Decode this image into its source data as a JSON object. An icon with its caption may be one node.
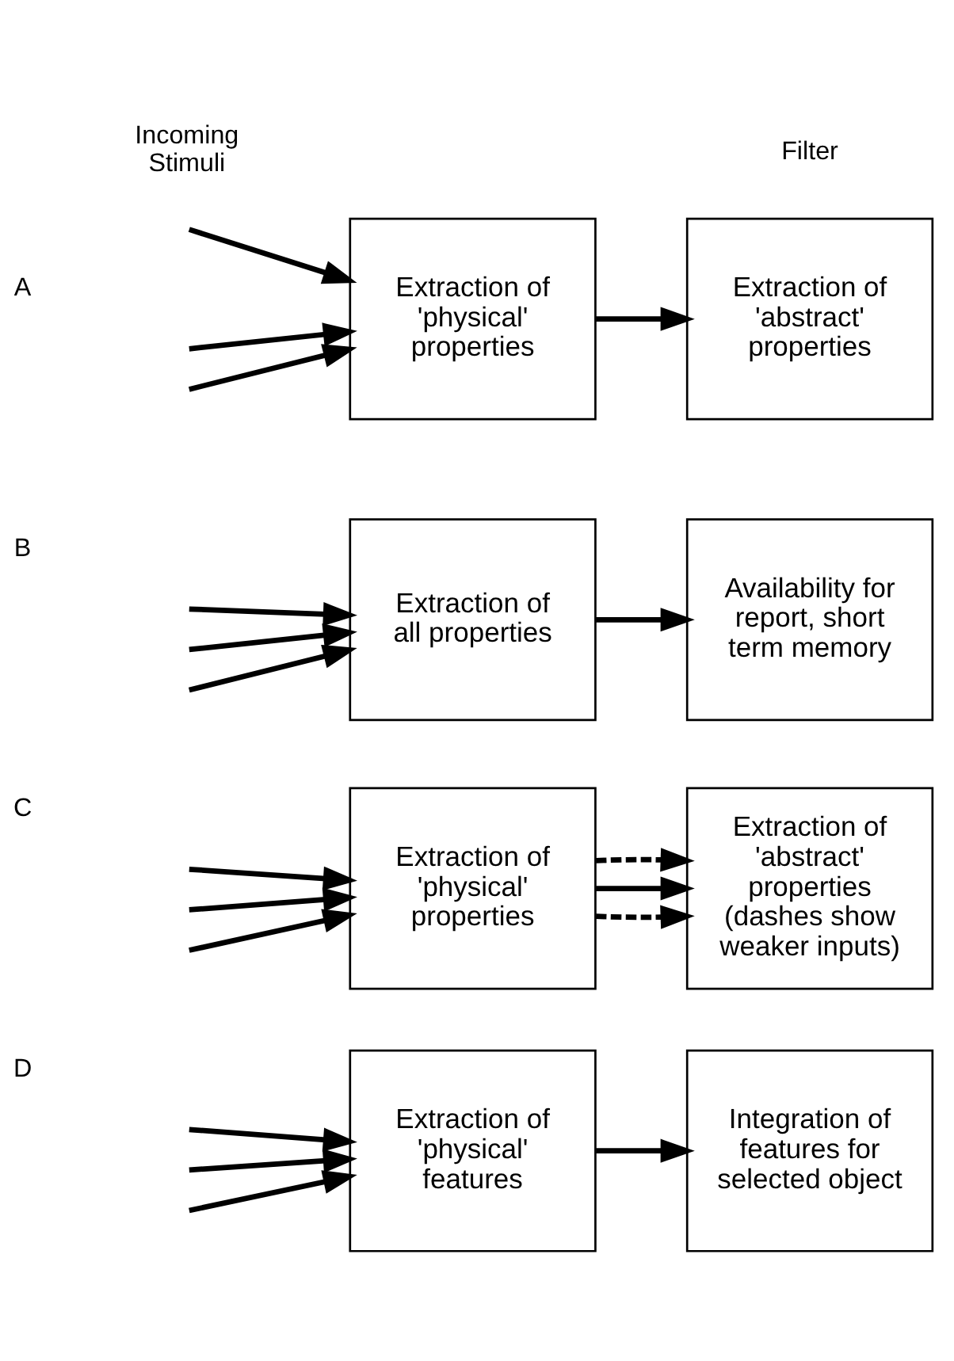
{
  "diagram": {
    "nodes": [
      {
        "text": [
          "Extraction of 'physical' properties"
        ]
      },
      {
        "text": [
          "Extraction of 'abstract' properties"
        ]
      },
      {
        "text": [
          "Extraction of all properties"
        ]
      },
      {
        "text": [
          "Availability for report, short term memory"
        ]
      },
      {
        "text": [
          "Extraction of 'physical' properties"
        ]
      },
      {
        "text": [
          "Extraction of 'abstract' properties (dashes show weaker inputs)"
        ]
      },
      {
        "text": [
          "Extraction of 'physical' features"
        ]
      },
      {
        "text": [
          "Integration of features for selected object"
        ]
      }
    ],
    "edges": [
      {
        "from": null,
        "to": 0,
        "arrow": "to"
      },
      {
        "from": null,
        "to": 0,
        "arrow": "to"
      },
      {
        "from": null,
        "to": 0,
        "arrow": "to"
      },
      {
        "from": 0,
        "to": 1,
        "arrow": "to"
      },
      {
        "from": null,
        "to": 2,
        "arrow": "to"
      },
      {
        "from": null,
        "to": 2,
        "arrow": "to"
      },
      {
        "from": null,
        "to": 2,
        "arrow": "to"
      },
      {
        "from": 2,
        "to": 3,
        "arrow": "to"
      },
      {
        "from": null,
        "to": 4,
        "arrow": "to"
      },
      {
        "from": null,
        "to": 4,
        "arrow": "to"
      },
      {
        "from": null,
        "to": 4,
        "arrow": "to"
      },
      {
        "from": 4,
        "to": 5,
        "arrow": "to",
        "style": "dashed"
      },
      {
        "from": 4,
        "to": 5,
        "arrow": "to"
      },
      {
        "from": 4,
        "to": 5,
        "arrow": "to",
        "style": "dashed"
      },
      {
        "from": null,
        "to": 6,
        "arrow": "to"
      },
      {
        "from": null,
        "to": 6,
        "arrow": "to"
      },
      {
        "from": null,
        "to": 6,
        "arrow": "to"
      },
      {
        "from": 6,
        "to": 7,
        "arrow": "to"
      }
    ],
    "labels": [
      "Incoming Stimuli",
      "Filter",
      "A",
      "B",
      "C",
      "D"
    ]
  }
}
